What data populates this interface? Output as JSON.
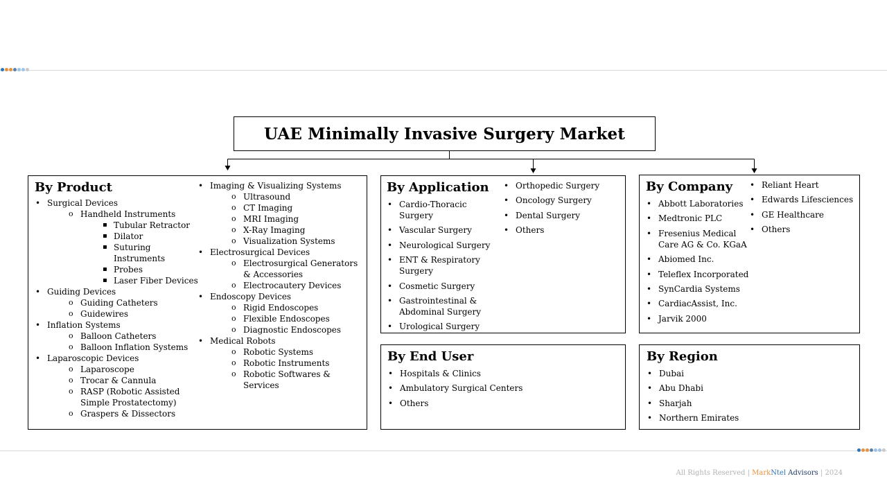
{
  "title": "UAE Minimally Invasive Surgery Market",
  "colors": {
    "dot1": "#2e75b6",
    "dot2": "#e8913e",
    "dot3": "#9dc3e6",
    "dot4": "#c9c9c9"
  },
  "product": {
    "heading": "By Product",
    "col1": [
      {
        "level": 1,
        "text": "Surgical Devices"
      },
      {
        "level": 2,
        "text": "Handheld Instruments"
      },
      {
        "level": 3,
        "text": "Tubular Retractor"
      },
      {
        "level": 3,
        "text": "Dilator"
      },
      {
        "level": 3,
        "text": "Suturing Instruments"
      },
      {
        "level": 3,
        "text": "Probes"
      },
      {
        "level": 3,
        "text": "Laser Fiber Devices"
      },
      {
        "level": 1,
        "text": "Guiding Devices"
      },
      {
        "level": 2,
        "text": "Guiding Catheters"
      },
      {
        "level": 2,
        "text": "Guidewires"
      },
      {
        "level": 1,
        "text": "Inflation Systems"
      },
      {
        "level": 2,
        "text": "Balloon Catheters"
      },
      {
        "level": 2,
        "text": "Balloon Inflation Systems"
      },
      {
        "level": 1,
        "text": "Laparoscopic Devices"
      },
      {
        "level": 2,
        "text": "Laparoscope"
      },
      {
        "level": 2,
        "text": "Trocar & Cannula"
      },
      {
        "level": 2,
        "text": "RASP (Robotic Assisted Simple Prostatectomy)"
      },
      {
        "level": 2,
        "text": "Graspers & Dissectors"
      }
    ],
    "col2": [
      {
        "level": 1,
        "text": "Imaging & Visualizing Systems"
      },
      {
        "level": 2,
        "text": "Ultrasound"
      },
      {
        "level": 2,
        "text": "CT Imaging"
      },
      {
        "level": 2,
        "text": "MRI Imaging"
      },
      {
        "level": 2,
        "text": "X-Ray Imaging"
      },
      {
        "level": 2,
        "text": "Visualization Systems"
      },
      {
        "level": 1,
        "text": "Electrosurgical Devices"
      },
      {
        "level": 2,
        "text": "Electrosurgical Generators & Accessories"
      },
      {
        "level": 2,
        "text": "Electrocautery Devices"
      },
      {
        "level": 1,
        "text": "Endoscopy Devices"
      },
      {
        "level": 2,
        "text": "Rigid Endoscopes"
      },
      {
        "level": 2,
        "text": "Flexible Endoscopes"
      },
      {
        "level": 2,
        "text": "Diagnostic Endoscopes"
      },
      {
        "level": 1,
        "text": "Medical Robots"
      },
      {
        "level": 2,
        "text": "Robotic Systems"
      },
      {
        "level": 2,
        "text": "Robotic Instruments"
      },
      {
        "level": 2,
        "text": "Robotic Softwares & Services"
      }
    ]
  },
  "application": {
    "heading": "By Application",
    "col1": [
      "Cardio-Thoracic Surgery",
      "Vascular Surgery",
      "Neurological Surgery",
      "ENT & Respiratory Surgery",
      "Cosmetic Surgery",
      "Gastrointestinal & Abdominal Surgery",
      "Urological Surgery"
    ],
    "col2": [
      "Orthopedic Surgery",
      "Oncology Surgery",
      "Dental Surgery",
      "Others"
    ]
  },
  "company": {
    "heading": "By Company",
    "col1": [
      "Abbott Laboratories",
      "Medtronic PLC",
      "Fresenius Medical Care AG & Co. KGaA",
      "Abiomed Inc.",
      "Teleflex Incorporated",
      "SynCardia Systems",
      "CardiacAssist, Inc.",
      "Jarvik 2000"
    ],
    "col2": [
      "Reliant Heart",
      "Edwards Lifesciences",
      "GE Healthcare",
      "Others"
    ]
  },
  "end_user": {
    "heading": "By End User",
    "items": [
      "Hospitals & Clinics",
      "Ambulatory Surgical Centers",
      "Others"
    ]
  },
  "region": {
    "heading": "By Region",
    "items": [
      "Dubai",
      "Abu Dhabi",
      "Sharjah",
      "Northern Emirates"
    ]
  },
  "footer": {
    "rights": "All Rights Reserved | ",
    "mark": "Mark",
    "ntel": "Ntel",
    "advisors": " Advisors",
    "year": " | 2024"
  },
  "bullets": {
    "level1": "•",
    "level2": "o",
    "level3": "▪"
  }
}
